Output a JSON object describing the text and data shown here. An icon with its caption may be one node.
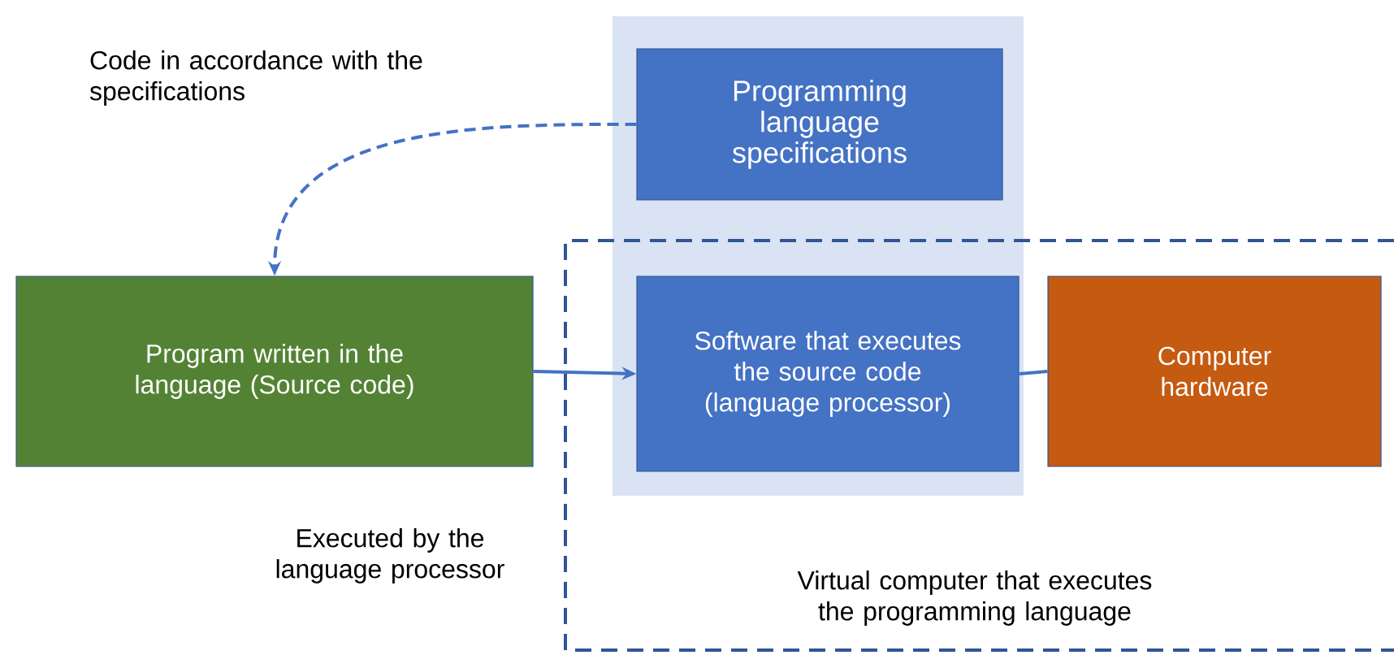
{
  "diagram": {
    "nodes": [
      {
        "text": [],
        "shape": "box"
      },
      {
        "text": [
          "Programming language specifications"
        ],
        "in": 0
      },
      {
        "text": [
          "Virtual computer that executes the programming language"
        ]
      },
      {
        "text": [
          "Program written in the language (Source code)"
        ]
      },
      {
        "text": [
          "Software that executes the source code (language processor)"
        ]
      },
      {
        "text": [
          "Computer hardware"
        ],
        "in": 2
      }
    ],
    "edges": [
      {
        "from": 1,
        "to": 3,
        "arrow": "to",
        "style": "dashed",
        "label": "Code in accordance with the specifications"
      },
      {
        "from": 3,
        "to": 4,
        "arrow": "to"
      },
      {
        "from": 4,
        "to": 5,
        "arrow": "none"
      }
    ],
    "labels": [
      "Executed by the language processor"
    ]
  }
}
